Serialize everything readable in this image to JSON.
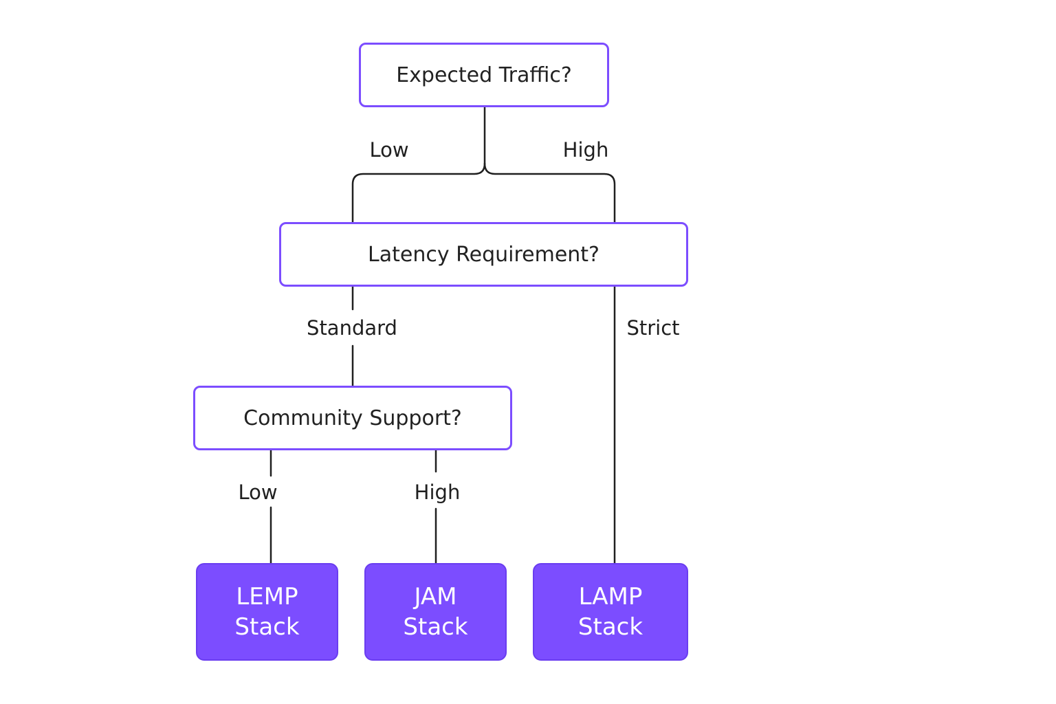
{
  "colors": {
    "decision_border": "#7c4dff",
    "outcome_fill": "#7c4dff",
    "outcome_text": "#ffffff",
    "connector": "#1f1f1f"
  },
  "nodes": {
    "expected_traffic": "Expected Traffic?",
    "latency_requirement": "Latency Requirement?",
    "community_support": "Community Support?",
    "lemp": {
      "line1": "LEMP",
      "line2": "Stack"
    },
    "jam": {
      "line1": "JAM",
      "line2": "Stack"
    },
    "lamp": {
      "line1": "LAMP",
      "line2": "Stack"
    }
  },
  "edges": {
    "traffic_low": "Low",
    "traffic_high": "High",
    "latency_standard": "Standard",
    "latency_strict": "Strict",
    "support_low": "Low",
    "support_high": "High"
  }
}
